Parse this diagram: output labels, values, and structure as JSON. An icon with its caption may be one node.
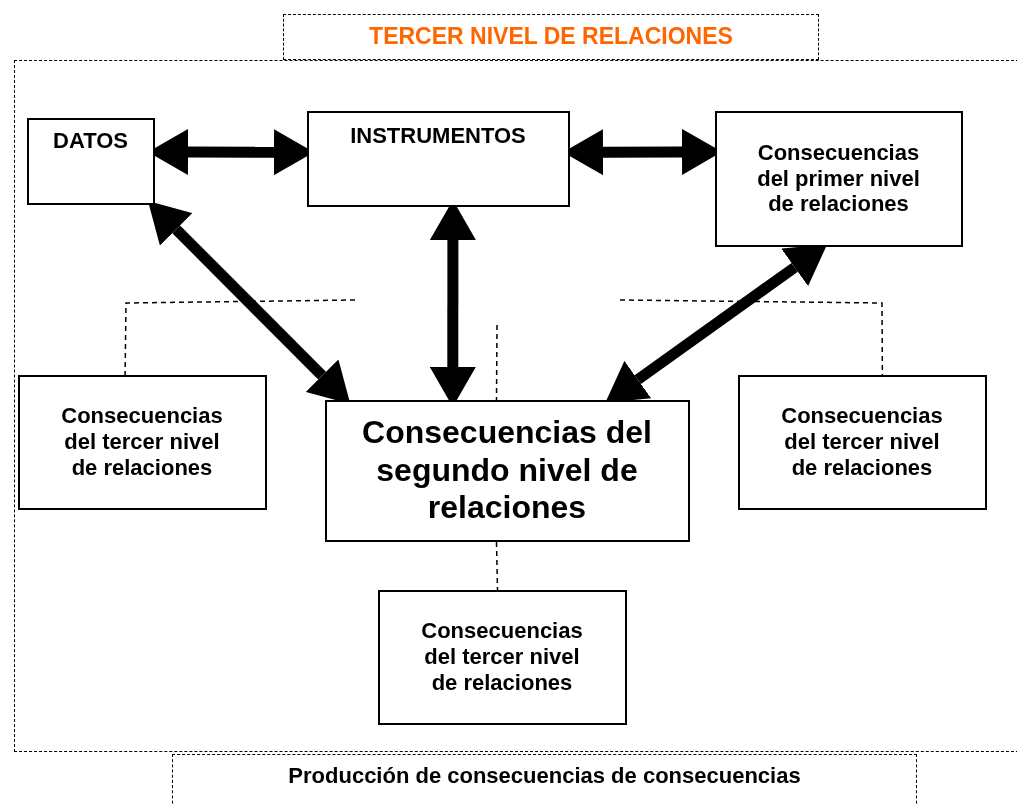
{
  "diagram": {
    "nodes": [
      {
        "text": [
          "TERCER NIVEL DE RELACIONES"
        ]
      },
      {
        "text": [],
        "shape": "box"
      },
      {
        "text": [
          "DATOS"
        ],
        "in": 1
      },
      {
        "text": [
          "INSTRUMENTOS"
        ],
        "in": 1
      },
      {
        "text": [
          "Consecuencias del primer nivel de relaciones"
        ],
        "in": 1
      },
      {
        "text": [
          "Consecuencias del tercer nivel de relaciones"
        ],
        "in": 1
      },
      {
        "text": [
          "Consecuencias del segundo nivel de relaciones"
        ],
        "in": 1
      },
      {
        "text": [
          "Consecuencias del tercer nivel de relaciones"
        ],
        "in": 1
      },
      {
        "text": [
          "Consecuencias del tercer nivel de relaciones"
        ],
        "in": 1
      },
      {
        "text": [
          "Producción de consecuencias de consecuencias"
        ]
      }
    ],
    "edges": [
      {
        "from": 2,
        "to": 3,
        "arrow": "both"
      },
      {
        "from": 3,
        "to": 4,
        "arrow": "both"
      },
      {
        "from": 2,
        "to": 6,
        "arrow": "both"
      },
      {
        "from": 3,
        "to": 6,
        "arrow": "both"
      },
      {
        "from": 4,
        "to": 6,
        "arrow": "both"
      },
      {
        "from": null,
        "to": 5,
        "arrow": "none",
        "style": "dashed"
      },
      {
        "from": null,
        "to": 6,
        "arrow": "none",
        "style": "dashed"
      },
      {
        "from": 6,
        "to": 8,
        "arrow": "none",
        "style": "dashed"
      },
      {
        "from": null,
        "to": 7,
        "arrow": "none",
        "style": "dashed"
      }
    ]
  }
}
